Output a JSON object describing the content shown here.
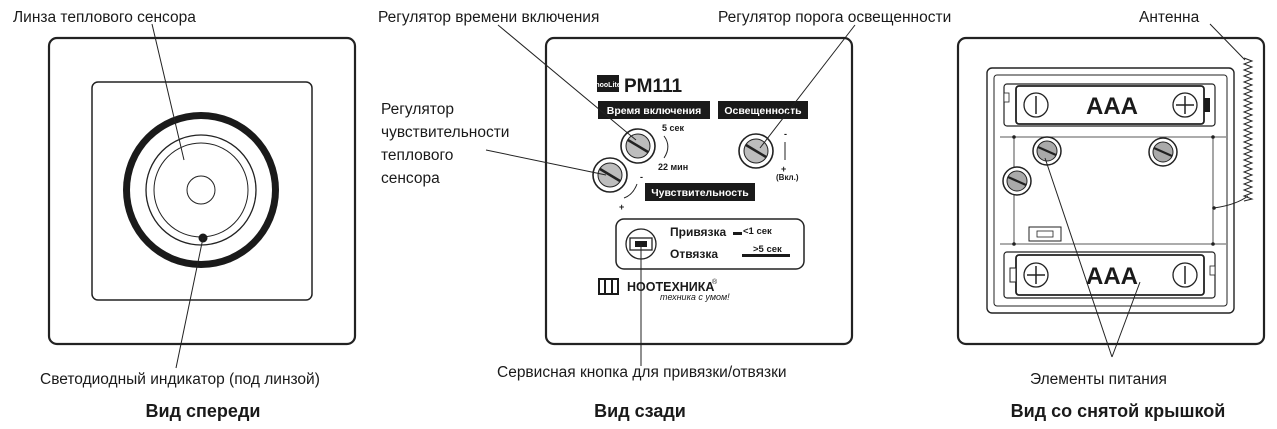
{
  "front": {
    "lens_label": "Линза теплового сенсора",
    "led_label": "Светодиодный индикатор (под линзой)",
    "caption": "Вид спереди"
  },
  "back": {
    "time_reg_label": "Регулятор времени включения",
    "light_reg_label": "Регулятор порога освещенности",
    "sens_label_lines": [
      "Регулятор",
      "чувствительности",
      "теплового",
      "сенсора"
    ],
    "logo": "nooLite",
    "model": "PM111",
    "tag_time": "Время включения",
    "tag_light": "Освещенность",
    "tag_sens": "Чувствительность",
    "time_min": "5 сек",
    "time_max": "22 мин",
    "light_on": "(Вкл.)",
    "plus": "+",
    "minus": "-",
    "bind_label": "Привязка",
    "bind_time": "<1 сек",
    "unbind_label": "Отвязка",
    "unbind_time": ">5 сек",
    "brand": "НООТЕХНИКА",
    "brand_reg": "®",
    "brand_slogan": "техника с умом!",
    "service_label": "Сервисная кнопка для привязки/отвязки",
    "caption": "Вид сзади"
  },
  "open": {
    "antenna_label": "Антенна",
    "battery_top": "AAA",
    "battery_bottom": "AAA",
    "power_label": "Элементы питания",
    "caption": "Вид со снятой крышкой"
  }
}
